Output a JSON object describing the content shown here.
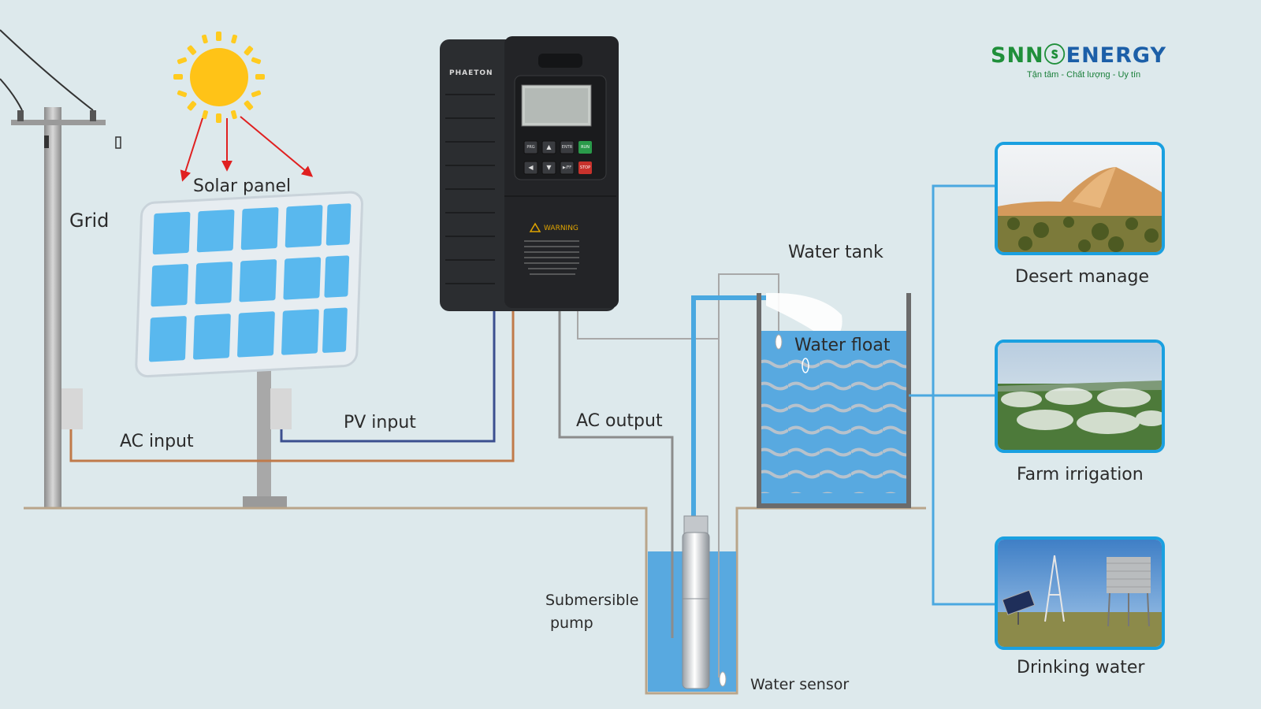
{
  "brand": {
    "name_part1": "SNN",
    "name_part2": "ENERGY",
    "tagline": "Tận tâm - Chất lượng - Uy tín"
  },
  "labels": {
    "grid": "Grid",
    "solar_panel": "Solar panel",
    "pv_input": "PV input",
    "ac_input": "AC input",
    "ac_output": "AC output",
    "water_tank": "Water tank",
    "water_float": "Water float",
    "submersible_pump_line1": "Submersible",
    "submersible_pump_line2": "pump",
    "water_sensor": "Water sensor"
  },
  "inverter": {
    "brand": "PHAETON",
    "warning_title": "WARNING",
    "keys": [
      "PRG",
      "▲",
      "ENTR",
      "RUN",
      "◀",
      "▼",
      "▶/FF",
      "STOP"
    ]
  },
  "applications": [
    {
      "label": "Desert manage"
    },
    {
      "label": "Farm irrigation"
    },
    {
      "label": "Drinking water"
    }
  ],
  "colors": {
    "background": "#dde9ec",
    "ac_input_wire": "#c07a4a",
    "pv_input_wire": "#3b4f8f",
    "ac_output_wire": "#8c8c8c",
    "water_pipe": "#4aa8e0",
    "water": "#58a9e0",
    "sun_arrow": "#e02020",
    "photo_border": "#1aa0e0",
    "brand_green": "#1f8f3a",
    "brand_blue": "#1c5fa8"
  }
}
